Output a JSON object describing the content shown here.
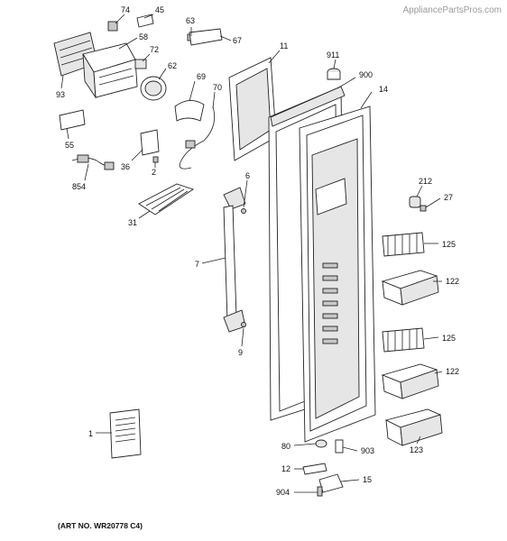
{
  "watermark": "AppliancePartsPros.com",
  "art_number": "(ART NO. WR20778 C4)",
  "labels": {
    "l74": "74",
    "l45": "45",
    "l63": "63",
    "l67": "67",
    "l58": "58",
    "l72": "72",
    "l62": "62",
    "l93": "93",
    "l69": "69",
    "l70": "70",
    "l11": "11",
    "l911": "911",
    "l900": "900",
    "l14": "14",
    "l55": "55",
    "l36": "36",
    "l2": "2",
    "l854": "854",
    "l6": "6",
    "l31": "31",
    "l7": "7",
    "l212": "212",
    "l27": "27",
    "l125a": "125",
    "l122a": "122",
    "l125b": "125",
    "l122b": "122",
    "l9": "9",
    "l1": "1",
    "l80": "80",
    "l903": "903",
    "l123": "123",
    "l12": "12",
    "l15": "15",
    "l904": "904"
  }
}
